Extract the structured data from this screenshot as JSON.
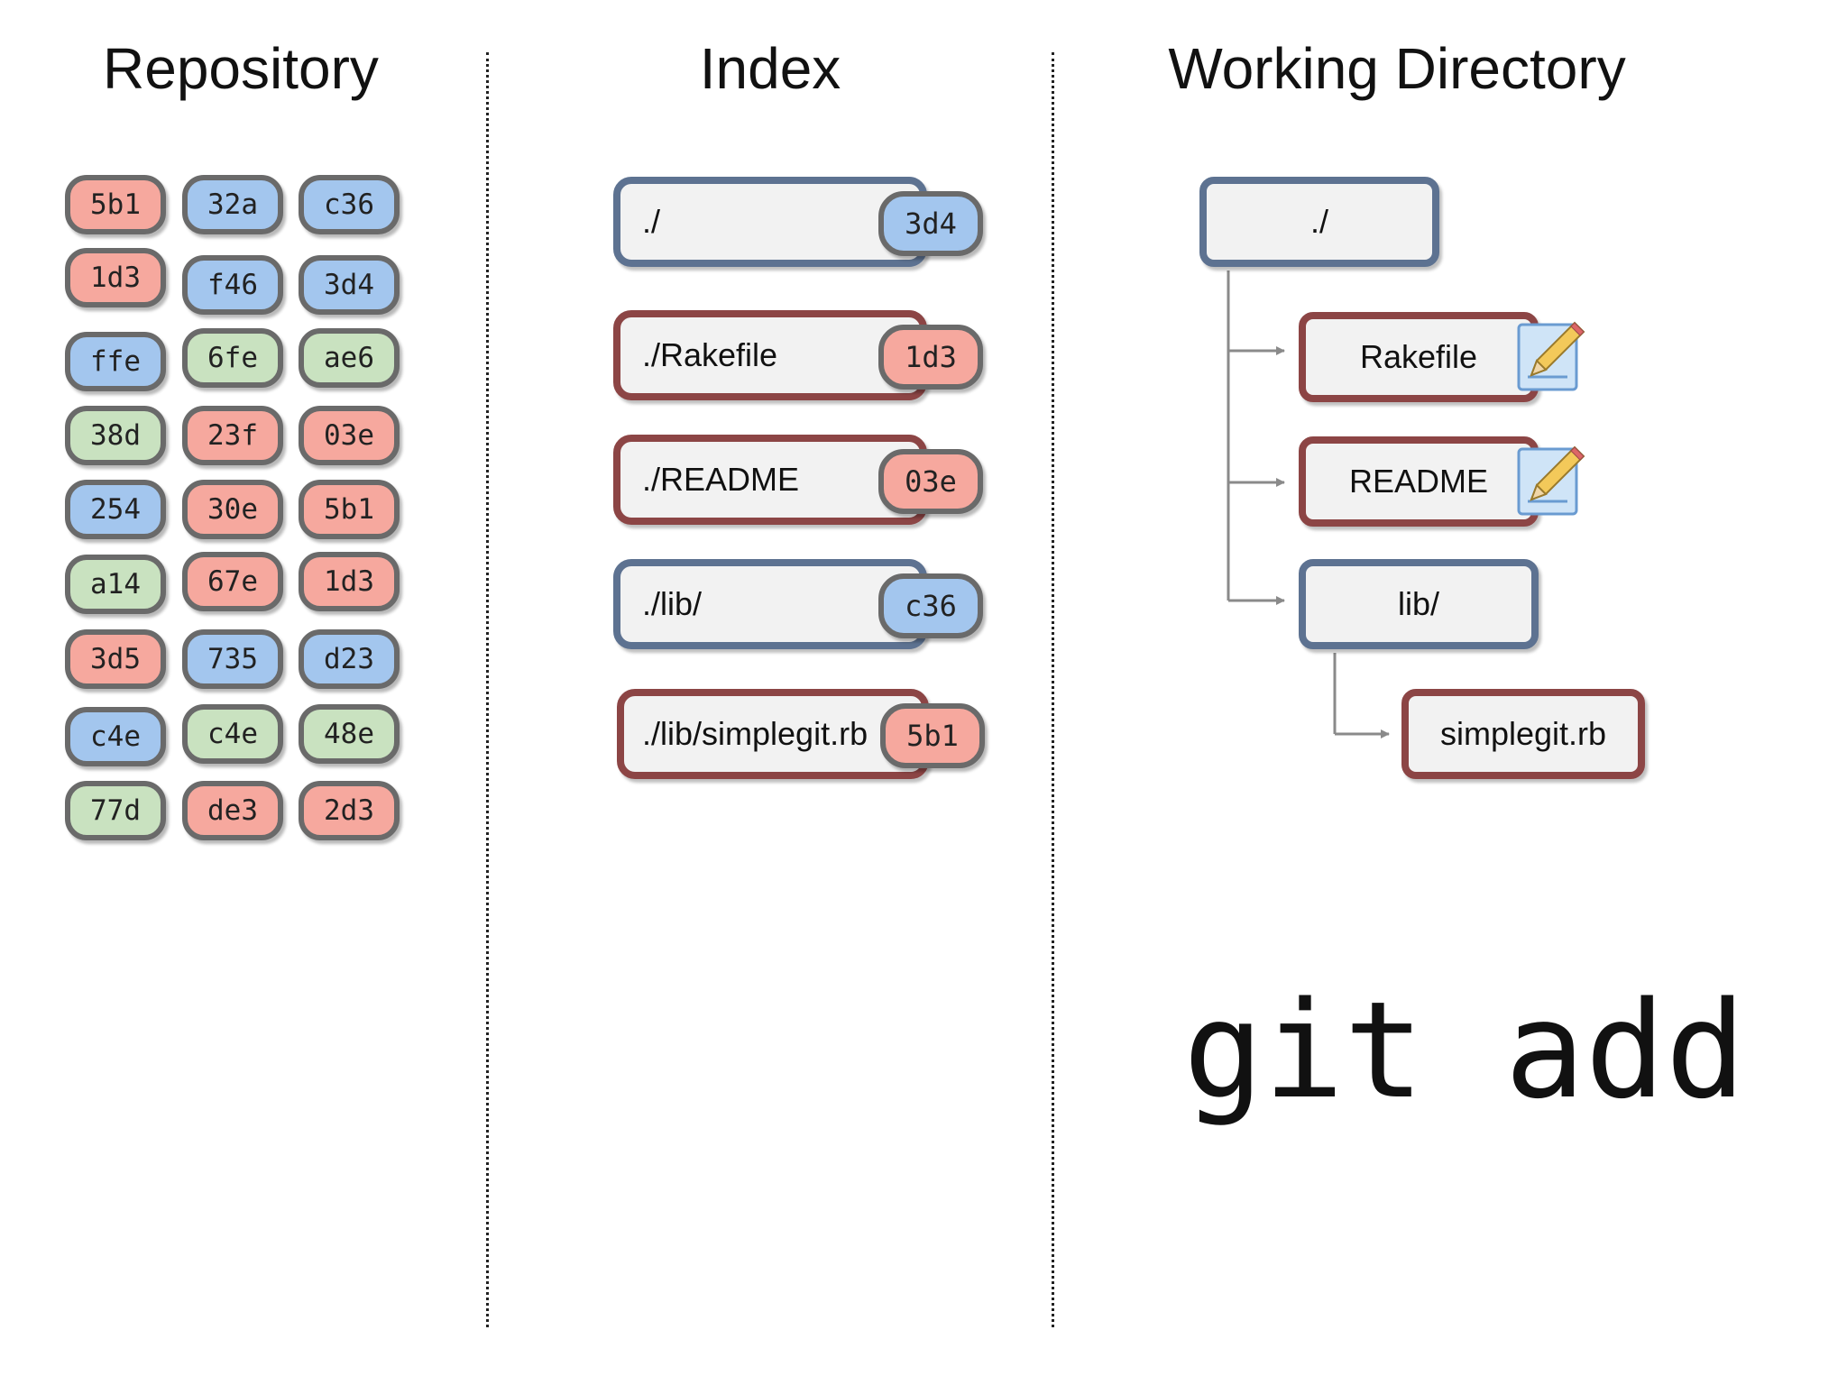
{
  "headings": {
    "repository": "Repository",
    "index": "Index",
    "working_directory": "Working Directory"
  },
  "repository": {
    "objects": [
      {
        "sha": "5b1",
        "type": "blob"
      },
      {
        "sha": "32a",
        "type": "tree"
      },
      {
        "sha": "c36",
        "type": "tree"
      },
      {
        "sha": "1d3",
        "type": "blob"
      },
      {
        "sha": "f46",
        "type": "tree"
      },
      {
        "sha": "3d4",
        "type": "tree"
      },
      {
        "sha": "ffe",
        "type": "tree"
      },
      {
        "sha": "6fe",
        "type": "commit"
      },
      {
        "sha": "ae6",
        "type": "commit"
      },
      {
        "sha": "38d",
        "type": "commit"
      },
      {
        "sha": "23f",
        "type": "blob"
      },
      {
        "sha": "03e",
        "type": "blob"
      },
      {
        "sha": "254",
        "type": "tree"
      },
      {
        "sha": "30e",
        "type": "blob"
      },
      {
        "sha": "5b1",
        "type": "blob"
      },
      {
        "sha": "a14",
        "type": "commit"
      },
      {
        "sha": "67e",
        "type": "blob"
      },
      {
        "sha": "1d3",
        "type": "blob"
      },
      {
        "sha": "3d5",
        "type": "blob"
      },
      {
        "sha": "735",
        "type": "tree"
      },
      {
        "sha": "d23",
        "type": "tree"
      },
      {
        "sha": "c4e",
        "type": "tree"
      },
      {
        "sha": "c4e",
        "type": "commit"
      },
      {
        "sha": "48e",
        "type": "commit"
      },
      {
        "sha": "77d",
        "type": "commit"
      },
      {
        "sha": "de3",
        "type": "blob"
      },
      {
        "sha": "2d3",
        "type": "blob"
      }
    ]
  },
  "index": {
    "entries": [
      {
        "path": "./",
        "sha": "3d4",
        "type": "tree"
      },
      {
        "path": "./Rakefile",
        "sha": "1d3",
        "type": "blob"
      },
      {
        "path": "./README",
        "sha": "03e",
        "type": "blob"
      },
      {
        "path": "./lib/",
        "sha": "c36",
        "type": "tree"
      },
      {
        "path": "./lib/simplegit.rb",
        "sha": "5b1",
        "type": "blob"
      }
    ]
  },
  "working_directory": {
    "root": "./",
    "rakefile": "Rakefile",
    "readme": "README",
    "lib": "lib/",
    "simplegit": "simplegit.rb"
  },
  "command": "git add",
  "colors": {
    "blob": "#f6a89e",
    "tree": "#a3c6ee",
    "commit": "#c9e2c0",
    "tree_border": "#5d7291",
    "blob_border": "#8c4545",
    "connector": "#8a8a8a"
  }
}
